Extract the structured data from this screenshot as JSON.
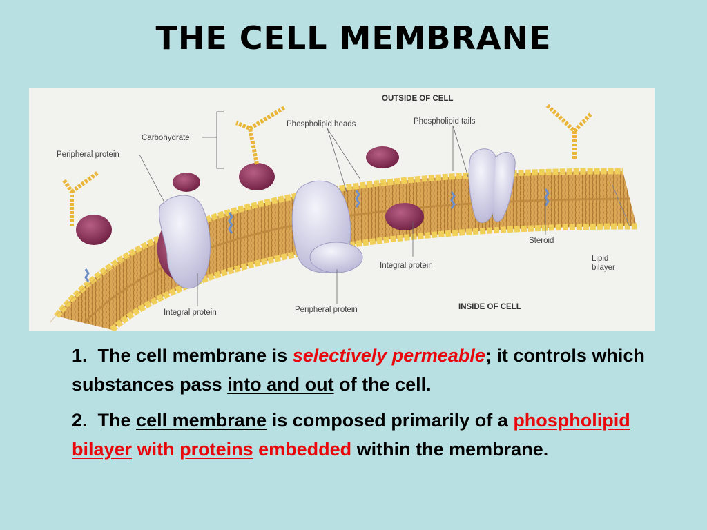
{
  "title": "THE CELL MEMBRANE",
  "diagram": {
    "labels": {
      "outside": "OUTSIDE OF CELL",
      "inside": "INSIDE OF CELL",
      "carbohydrate": "Carbohydrate",
      "peripheral_top": "Peripheral protein",
      "heads": "Phospholipid heads",
      "tails": "Phospholipid tails",
      "steroid": "Steroid",
      "lipid1": "Lipid",
      "lipid2": "bilayer",
      "integral_left": "Integral protein",
      "integral_center": "Integral protein",
      "peripheral_bottom": "Peripheral protein"
    }
  },
  "points": [
    {
      "num": "1.",
      "p1": "The cell membrane is",
      "p2": "selectively permeable",
      "p3": "; it controls which substances pass",
      "p4": "into and out",
      "p5": "of the cell."
    },
    {
      "num": "2.",
      "p1": "The",
      "p2": "cell membrane",
      "p3": "is composed primarily of a",
      "p4": "phospholipid",
      "p5": "bilayer",
      "p6": "with",
      "p7": "proteins",
      "p8": "embedded",
      "p9": "within the membrane."
    }
  ],
  "colors": {
    "background": "#b8dfe2",
    "emphasis": "#e8070b",
    "heads": "#f0cf5a",
    "tails": "#d7a250",
    "protein_white": "#dcdcef",
    "protein_purple": "#8a2f55"
  }
}
